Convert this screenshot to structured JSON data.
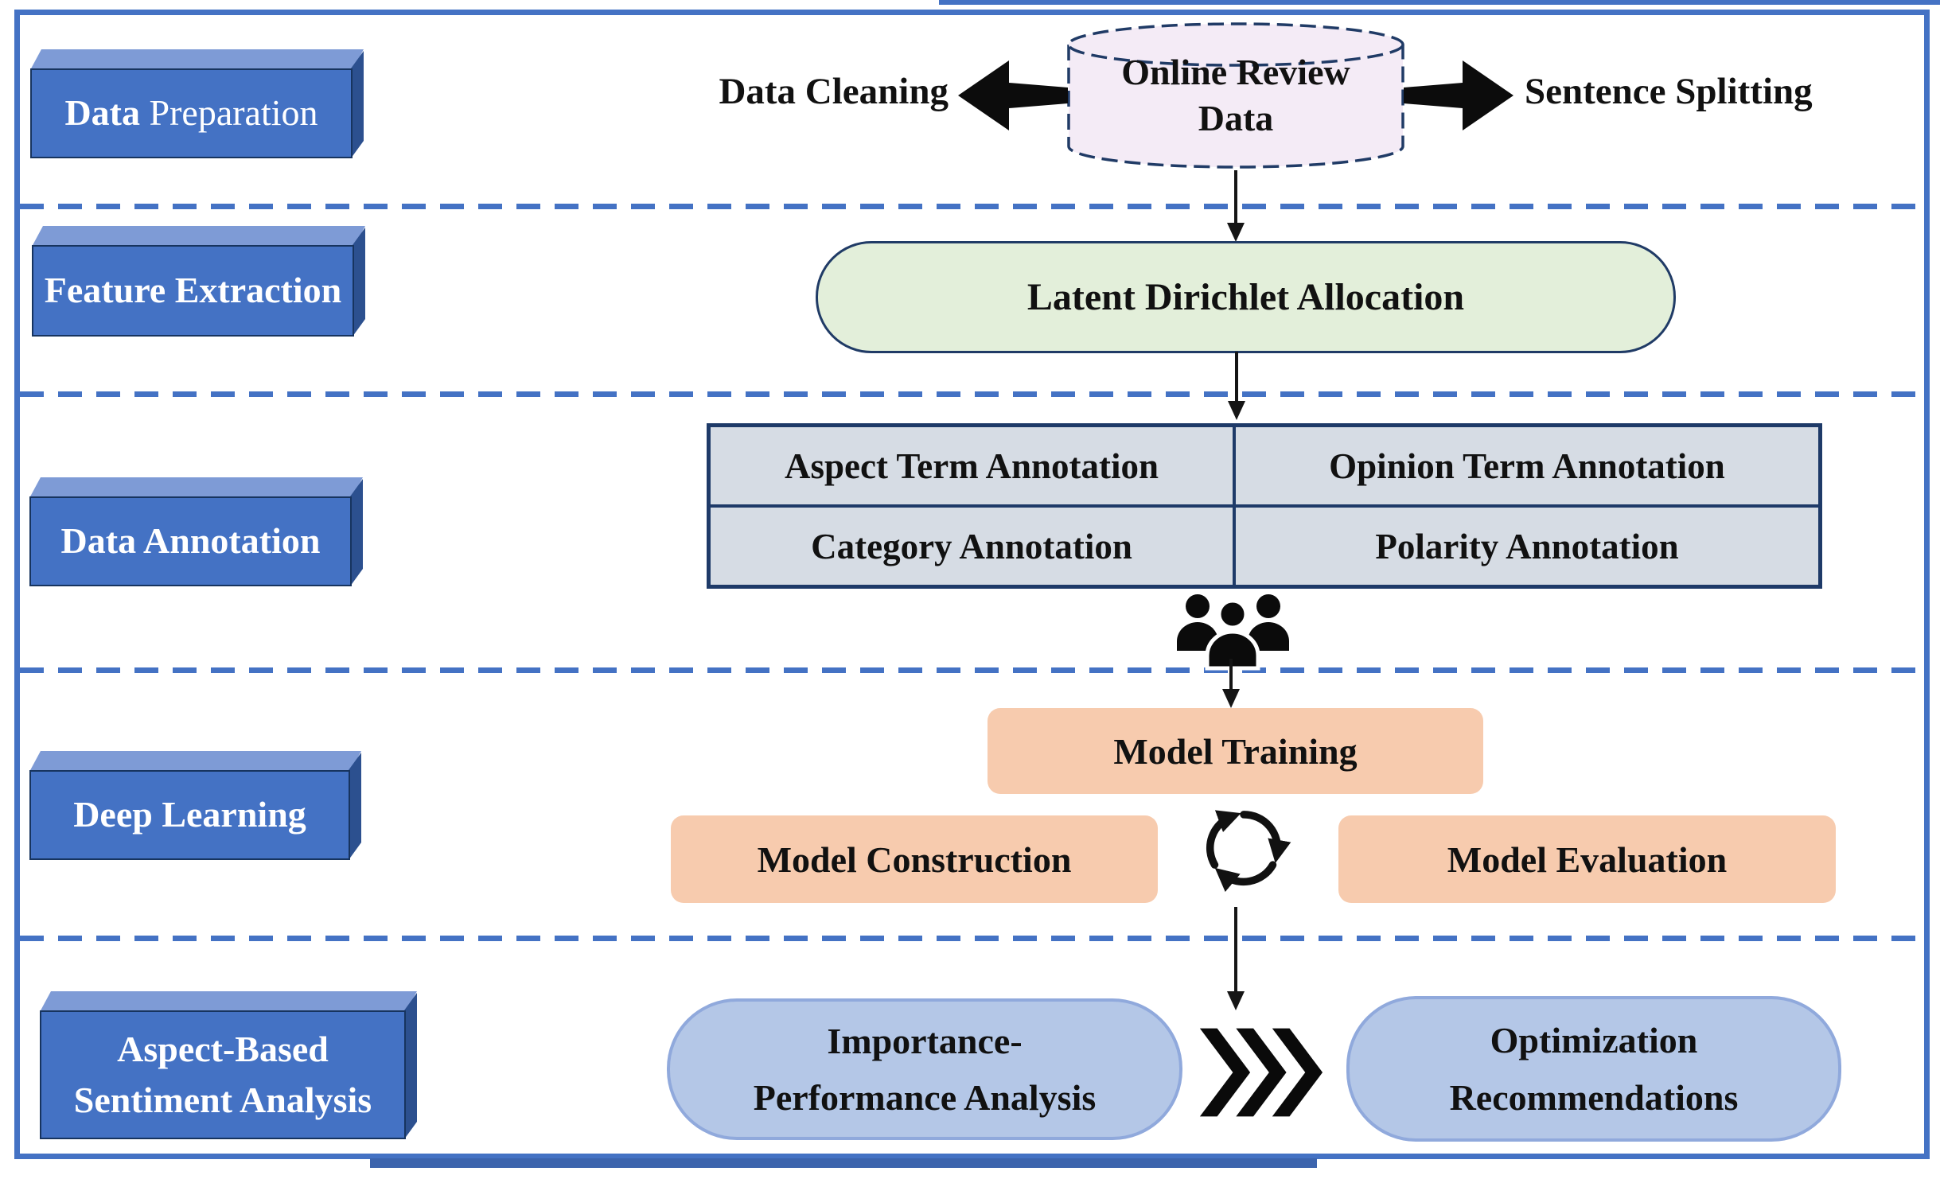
{
  "figure": {
    "title": "Research framework flow diagram",
    "stages": [
      {
        "bold": "Data",
        "rest": " Preparation"
      },
      {
        "bold": "Feature Extraction",
        "rest": ""
      },
      {
        "bold": "Data Annotation",
        "rest": ""
      },
      {
        "bold": "Deep Learning",
        "rest": ""
      },
      {
        "bold": "Aspect-Based\nSentiment Analysis",
        "rest": ""
      }
    ],
    "data_preparation": {
      "cylinder_label": "Online Review\nData",
      "left_process": "Data Cleaning",
      "right_process": "Sentence Splitting"
    },
    "feature_extraction": {
      "method": "Latent Dirichlet Allocation"
    },
    "data_annotation": {
      "cells": [
        "Aspect Term Annotation",
        "Opinion Term Annotation",
        "Category Annotation",
        "Polarity Annotation"
      ]
    },
    "deep_learning": {
      "training": "Model Training",
      "construction": "Model Construction",
      "evaluation": "Model Evaluation"
    },
    "absa": {
      "ipa": "Importance-\nPerformance Analysis",
      "optimization": "Optimization\nRecommendations"
    },
    "icons": {
      "annotators": "people-group-icon",
      "iteration": "cycle-arrows-icon",
      "progression": "triple-chevron-icon"
    },
    "colors": {
      "frame_blue": "#4472c4",
      "stage_face": "#4472c4",
      "stage_top": "#7e9bd6",
      "stage_side": "#2c508f",
      "cylinder_fill": "#f4ebf6",
      "lda_fill": "#e3efda",
      "table_fill": "#d6dce4",
      "table_border": "#1e3a68",
      "peach_fill": "#f7cbae",
      "light_blue_fill": "#b4c7e7",
      "light_blue_border": "#90a9dc",
      "arrow_black": "#151515"
    }
  }
}
